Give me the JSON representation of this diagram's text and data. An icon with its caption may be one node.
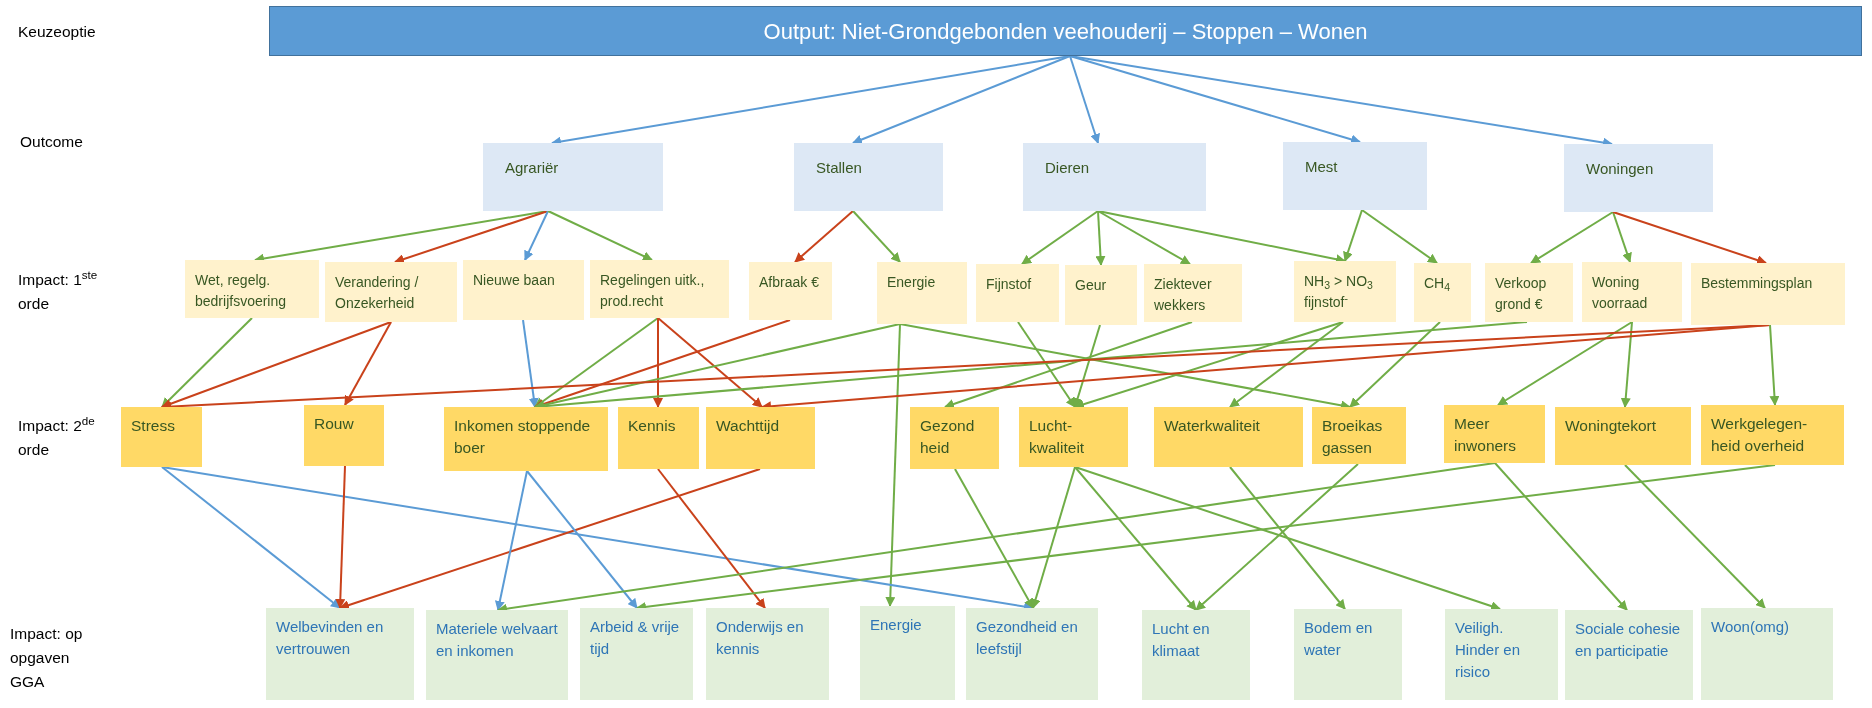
{
  "diagram": {
    "nodes": [
      {
        "text": [
          "Output: Niet-Grondgebonden veehouderij – Stoppen – Wonen"
        ]
      },
      {
        "text": [
          "Agrariër"
        ]
      },
      {
        "text": [
          "Stallen"
        ]
      },
      {
        "text": [
          "Dieren"
        ]
      },
      {
        "text": [
          "Mest"
        ]
      },
      {
        "text": [
          "Woningen"
        ]
      },
      {
        "text": [
          "Wet, regelg. bedrijfsvoering"
        ]
      },
      {
        "text": [
          "Verandering / Onzekerheid"
        ]
      },
      {
        "text": [
          "Nieuwe baan"
        ]
      },
      {
        "text": [
          "Regelingen uitk., prod.recht"
        ]
      },
      {
        "text": [
          "Afbraak €"
        ]
      },
      {
        "text": [
          "Energie"
        ]
      },
      {
        "text": [
          "Fijnstof"
        ]
      },
      {
        "text": [
          "Geur"
        ]
      },
      {
        "text": [
          "Ziektever wekkers"
        ]
      },
      {
        "text": [
          "NH$_{3}$ > NO$_{3}$ fijnstof$^{-}$"
        ]
      },
      {
        "text": [
          "CH$_{4}$"
        ]
      },
      {
        "text": [
          "Verkoop grond €"
        ]
      },
      {
        "text": [
          "Woning voorraad"
        ]
      },
      {
        "text": [
          "Bestemmingsplan"
        ]
      },
      {
        "text": [
          "Stress"
        ]
      },
      {
        "text": [
          "Rouw"
        ]
      },
      {
        "text": [
          "Inkomen stoppende boer"
        ]
      },
      {
        "text": [
          "Kennis"
        ]
      },
      {
        "text": [
          "Wachttijd"
        ]
      },
      {
        "text": [
          "Gezond heid"
        ]
      },
      {
        "text": [
          "Lucht-kwaliteit"
        ]
      },
      {
        "text": [
          "Waterkwaliteit"
        ]
      },
      {
        "text": [
          "Broeikas gassen"
        ]
      },
      {
        "text": [
          "Meer inwoners"
        ]
      },
      {
        "text": [
          "Woningtekort"
        ]
      },
      {
        "text": [
          "Werkgelegen-heid overheid"
        ]
      },
      {
        "text": [
          "Welbevinden en vertrouwen"
        ]
      },
      {
        "text": [
          "Materiele welvaart en inkomen"
        ]
      },
      {
        "text": [
          "Arbeid & vrije tijd"
        ]
      },
      {
        "text": [
          "Onderwijs en kennis"
        ]
      },
      {
        "text": [
          "Energie"
        ]
      },
      {
        "text": [
          "Gezondheid en leefstijl"
        ]
      },
      {
        "text": [
          "Lucht en klimaat"
        ]
      },
      {
        "text": [
          "Bodem en water"
        ]
      },
      {
        "text": [
          "Veiligh. Hinder en risico"
        ]
      },
      {
        "text": [
          "Sociale cohesie en participatie"
        ]
      },
      {
        "text": [
          "Woon(omg)"
        ]
      }
    ],
    "edges": [
      {
        "from": 0,
        "to": 1,
        "arrow": "to",
        "color": "#5b9bd5"
      },
      {
        "from": 0,
        "to": 2,
        "arrow": "to",
        "color": "#5b9bd5"
      },
      {
        "from": 0,
        "to": 3,
        "arrow": "to",
        "color": "#5b9bd5"
      },
      {
        "from": 0,
        "to": 4,
        "arrow": "to",
        "color": "#5b9bd5"
      },
      {
        "from": 0,
        "to": 5,
        "arrow": "to",
        "color": "#5b9bd5"
      },
      {
        "from": 1,
        "to": 6,
        "arrow": "to"
      },
      {
        "from": 1,
        "to": 7,
        "arrow": "to",
        "color": "#c9421b"
      },
      {
        "from": 1,
        "to": 8,
        "arrow": "to",
        "color": "#5b9bd5"
      },
      {
        "from": 1,
        "to": 9,
        "arrow": "to"
      },
      {
        "from": 2,
        "to": 10,
        "arrow": "to",
        "color": "#c9421b"
      },
      {
        "from": 2,
        "to": 11,
        "arrow": "to"
      },
      {
        "from": 3,
        "to": 12,
        "arrow": "to"
      },
      {
        "from": 3,
        "to": 13,
        "arrow": "to"
      },
      {
        "from": 3,
        "to": 14,
        "arrow": "to"
      },
      {
        "from": 3,
        "to": 15,
        "arrow": "to"
      },
      {
        "from": 4,
        "to": 15,
        "arrow": "to"
      },
      {
        "from": 4,
        "to": 16,
        "arrow": "to"
      },
      {
        "from": 5,
        "to": 17,
        "arrow": "to"
      },
      {
        "from": 5,
        "to": 18,
        "arrow": "to"
      },
      {
        "from": 5,
        "to": 19,
        "arrow": "to",
        "color": "#c9421b"
      },
      {
        "from": 6,
        "to": 20,
        "arrow": "to"
      },
      {
        "from": 7,
        "to": 20,
        "arrow": "to",
        "color": "#c9421b"
      },
      {
        "from": 7,
        "to": 21,
        "arrow": "to",
        "color": "#c9421b"
      },
      {
        "from": 8,
        "to": 22,
        "arrow": "to",
        "color": "#5b9bd5"
      },
      {
        "from": 9,
        "to": 22,
        "arrow": "to"
      },
      {
        "from": 9,
        "to": 23,
        "arrow": "to",
        "color": "#c9421b"
      },
      {
        "from": 9,
        "to": 24,
        "arrow": "to",
        "color": "#c9421b"
      },
      {
        "from": 10,
        "to": 22,
        "arrow": "to",
        "color": "#c9421b"
      },
      {
        "from": 11,
        "to": 22,
        "arrow": "to"
      },
      {
        "from": 11,
        "to": 28,
        "arrow": "to"
      },
      {
        "from": 11,
        "to": 36,
        "arrow": "to"
      },
      {
        "from": 12,
        "to": 26,
        "arrow": "to"
      },
      {
        "from": 13,
        "to": 26,
        "arrow": "to"
      },
      {
        "from": 14,
        "to": 25,
        "arrow": "to"
      },
      {
        "from": 15,
        "to": 26,
        "arrow": "to"
      },
      {
        "from": 15,
        "to": 27,
        "arrow": "to"
      },
      {
        "from": 16,
        "to": 28,
        "arrow": "to"
      },
      {
        "from": 17,
        "to": 22,
        "arrow": "to"
      },
      {
        "from": 18,
        "to": 29,
        "arrow": "to"
      },
      {
        "from": 18,
        "to": 30,
        "arrow": "to"
      },
      {
        "from": 19,
        "to": 20,
        "arrow": "to",
        "color": "#c9421b"
      },
      {
        "from": 19,
        "to": 24,
        "arrow": "to",
        "color": "#c9421b"
      },
      {
        "from": 19,
        "to": 31,
        "arrow": "to"
      },
      {
        "from": 20,
        "to": 32,
        "arrow": "to",
        "color": "#5b9bd5"
      },
      {
        "from": 20,
        "to": 37,
        "arrow": "to",
        "color": "#5b9bd5"
      },
      {
        "from": 21,
        "to": 32,
        "arrow": "to",
        "color": "#c9421b"
      },
      {
        "from": 24,
        "to": 32,
        "arrow": "to",
        "color": "#c9421b"
      },
      {
        "from": 22,
        "to": 33,
        "arrow": "to",
        "color": "#5b9bd5"
      },
      {
        "from": 22,
        "to": 34,
        "arrow": "to",
        "color": "#5b9bd5"
      },
      {
        "from": 23,
        "to": 35,
        "arrow": "to",
        "color": "#c9421b"
      },
      {
        "from": 25,
        "to": 37,
        "arrow": "to"
      },
      {
        "from": 26,
        "to": 37,
        "arrow": "to"
      },
      {
        "from": 26,
        "to": 38,
        "arrow": "to"
      },
      {
        "from": 26,
        "to": 40,
        "arrow": "to"
      },
      {
        "from": 27,
        "to": 39,
        "arrow": "to"
      },
      {
        "from": 28,
        "to": 38,
        "arrow": "to"
      },
      {
        "from": 29,
        "to": 33,
        "arrow": "to"
      },
      {
        "from": 29,
        "to": 41,
        "arrow": "to"
      },
      {
        "from": 30,
        "to": 42,
        "arrow": "to"
      },
      {
        "from": 31,
        "to": 34,
        "arrow": "to"
      }
    ],
    "labels": [
      "Keuzeoptie",
      "Outcome",
      "Impact: 1$^{ste}$ orde",
      "Impact: 2$^{de}$ orde",
      "Impact: op opgaven GGA"
    ]
  }
}
